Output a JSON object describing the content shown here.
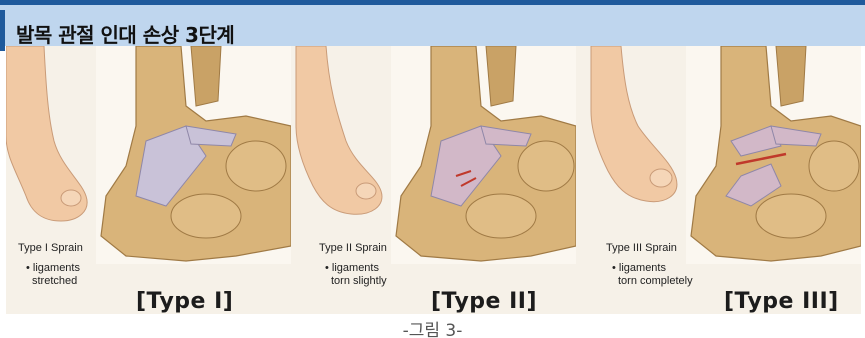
{
  "header": {
    "title": "발목 관절 인대 손상 3단계"
  },
  "panels": [
    {
      "sprain_title": "Type I Sprain",
      "desc_line1": "• ligaments",
      "desc_line2": "stretched",
      "type_label": "[Type I]"
    },
    {
      "sprain_title": "Type II Sprain",
      "desc_line1": "• ligaments",
      "desc_line2": "torn slightly",
      "type_label": "[Type II]"
    },
    {
      "sprain_title": "Type III Sprain",
      "desc_line1": "• ligaments",
      "desc_line2": "torn completely",
      "type_label": "[Type III]"
    }
  ],
  "caption": "-그림 3-",
  "colors": {
    "header_bg": "#bfd6ee",
    "header_accent": "#1f5a9c",
    "bone": "#d9b47a",
    "ligament": "#c9c2d8",
    "tear": "#c0392b",
    "skin": "#f1c9a4"
  }
}
